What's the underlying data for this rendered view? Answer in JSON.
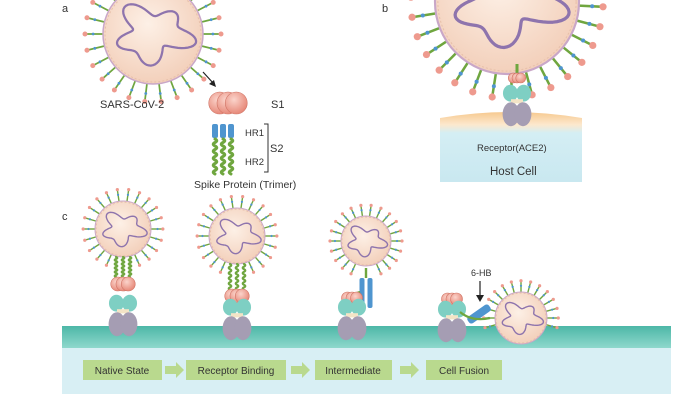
{
  "panels": {
    "a": {
      "letter": "a",
      "virus_label": "SARS-CoV-2",
      "s1_label": "S1",
      "hr1_label": "HR1",
      "s2_label": "S2",
      "hr2_label": "HR2",
      "spike_caption": "Spike Protein (Trimer)"
    },
    "b": {
      "letter": "b",
      "receptor_label": "Receptor(ACE2)",
      "host_label": "Host Cell"
    },
    "c": {
      "letter": "c",
      "hb_label": "6-HB",
      "steps": [
        "Native State",
        "Receptor Binding",
        "Intermediate",
        "Cell Fusion"
      ]
    }
  },
  "colors": {
    "virus_fill": "#f7dccb",
    "genome": "#8e74ad",
    "s1_head": "#ee9a8e",
    "hr_blue": "#4f95cf",
    "s2_green": "#6fa63f",
    "ace2_teal": "#7ecfc3",
    "ace2_gray": "#a59db3",
    "membrane": "#62c4b5",
    "cytoplasm": "#d6eef3",
    "step_box": "#b9d98e",
    "arrow": "#b9d98e"
  }
}
